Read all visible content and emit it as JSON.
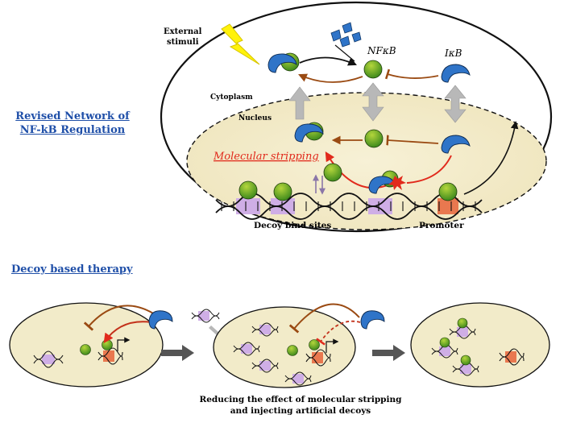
{
  "section1": {
    "title_line1": "Revised Network of",
    "title_line2": "NF-kB Regulation"
  },
  "top_panel": {
    "external_line1": "External",
    "external_line2": "stimuli",
    "nfkb": "NFκB",
    "ikb": "IκB",
    "cytoplasm": "Cytoplasm",
    "nucleus": "Nucleus",
    "molecular_stripping": "Molecular stripping",
    "decoy_bind_sites": "Decoy bind sites",
    "promoter": "Promoter"
  },
  "section2": {
    "title": "Decoy based therapy"
  },
  "caption": {
    "line1": "Reducing the effect of molecular stripping",
    "line2": "and injecting artificial decoys"
  },
  "colors": {
    "link_blue": "#1f4fa8",
    "nucleus_fill": "#f2ebc9",
    "ikb_blue": "#2f74c8",
    "nfkb_green": "#6ea624",
    "inhibit_brown": "#9a4a12",
    "stripping_red": "#e12a1c",
    "decoy_purple": "#c9a6e0",
    "promoter_orange": "#e9784f"
  }
}
